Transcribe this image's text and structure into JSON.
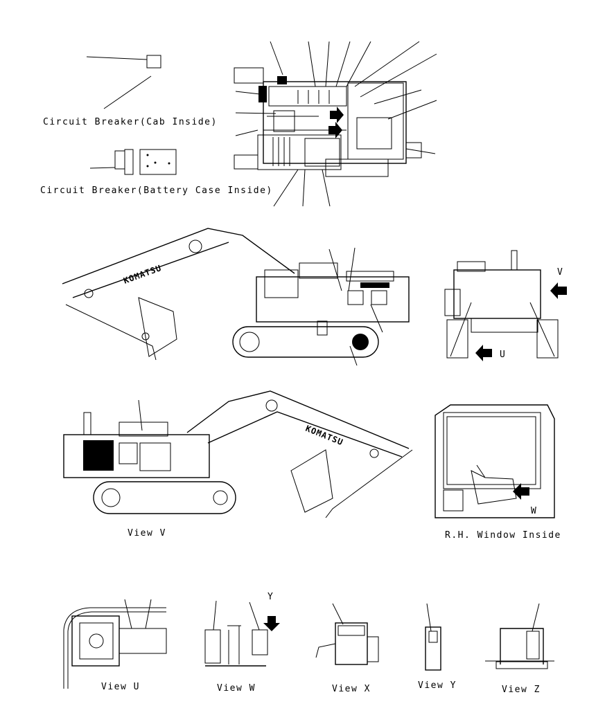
{
  "labels": {
    "cb_cab": "Circuit Breaker(Cab Inside)",
    "cb_battery": "Circuit Breaker(Battery Case Inside)",
    "view_v": "View V",
    "rh_window": "R.H. Window Inside",
    "view_u": "View U",
    "view_w": "View W",
    "view_x": "View X",
    "view_y": "View Y",
    "view_z": "View Z"
  },
  "callouts": {
    "v": "V",
    "u": "U",
    "w": "W",
    "y": "Y"
  },
  "brand": {
    "boom_logo": "KOMATSU"
  }
}
